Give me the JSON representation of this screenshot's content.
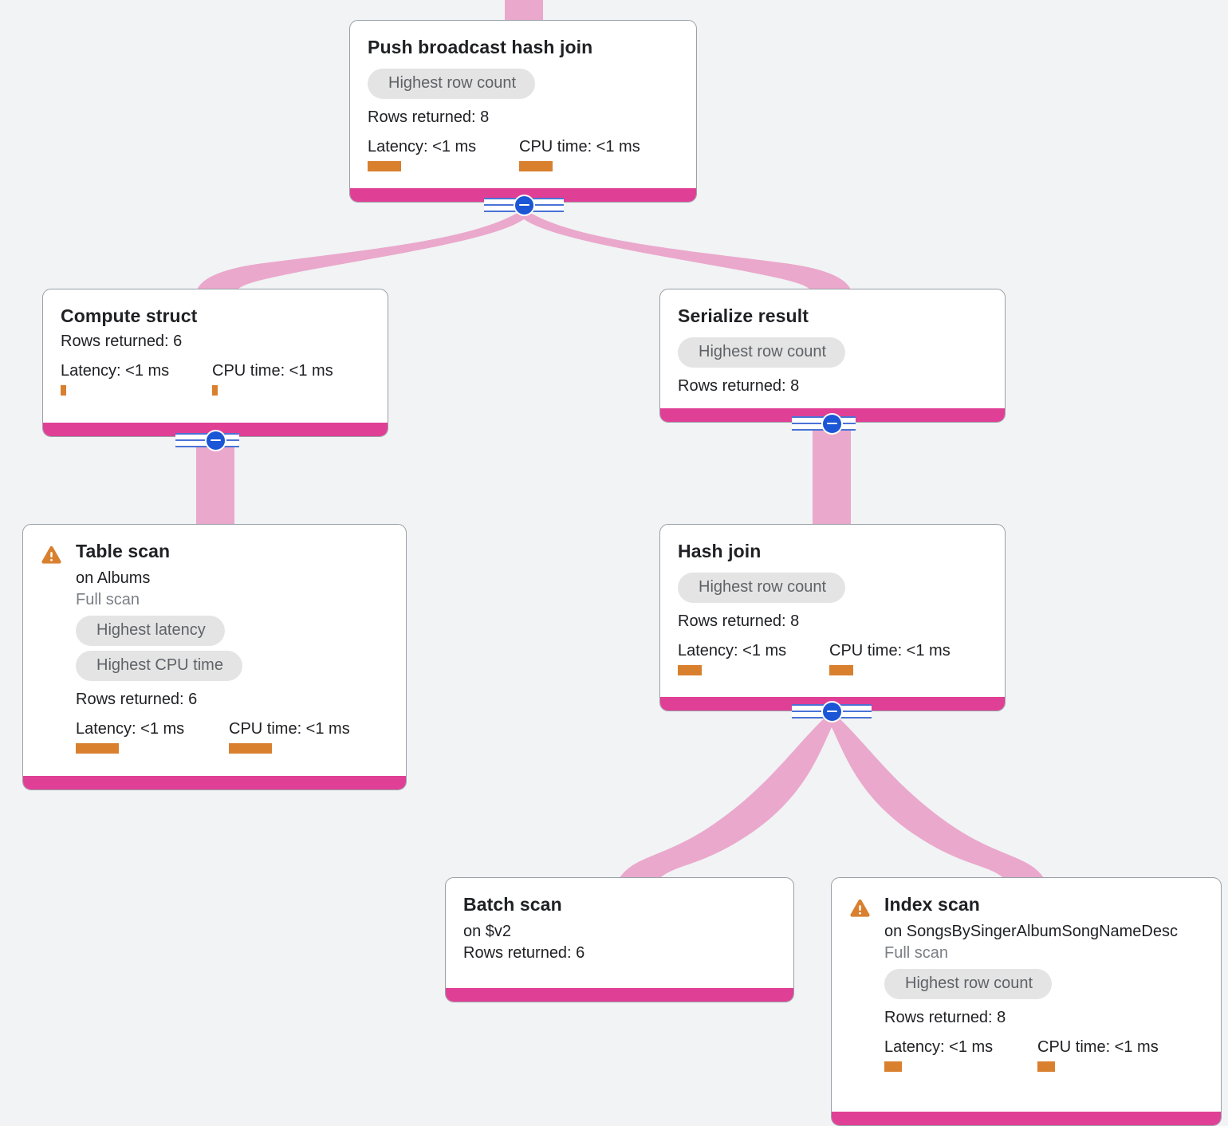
{
  "canvas": {
    "background": "#f1f3f4",
    "edge_color": "#eaa8cc",
    "node_footer_color": "#e03f96",
    "metric_bar_color": "#d9802f",
    "badge_bg": "#e4e4e4",
    "toggle_color": "#1a56d6",
    "warning_color": "#d9802f"
  },
  "icons": {
    "warning": "warning-triangle-icon",
    "collapse": "collapse-minus-icon"
  },
  "nodes": {
    "push_broadcast_hash_join": {
      "title": "Push broadcast hash join",
      "badges": [
        "Highest row count"
      ],
      "rows_returned": "Rows returned: 8",
      "latency_label": "Latency: <1 ms",
      "cpu_label": "CPU time: <1 ms",
      "latency_bar_width": 42,
      "cpu_bar_width": 42
    },
    "compute_struct": {
      "title": "Compute struct",
      "badges": [],
      "rows_returned": "Rows returned: 6",
      "latency_label": "Latency: <1 ms",
      "cpu_label": "CPU time: <1 ms",
      "latency_bar_width": 7,
      "cpu_bar_width": 7
    },
    "serialize_result": {
      "title": "Serialize result",
      "badges": [
        "Highest row count"
      ],
      "rows_returned": "Rows returned: 8"
    },
    "table_scan": {
      "title": "Table scan",
      "on": "on Albums",
      "scan_type": "Full scan",
      "badges": [
        "Highest latency",
        "Highest CPU time"
      ],
      "rows_returned": "Rows returned: 6",
      "latency_label": "Latency: <1 ms",
      "cpu_label": "CPU time: <1 ms",
      "latency_bar_width": 54,
      "cpu_bar_width": 54
    },
    "hash_join": {
      "title": "Hash join",
      "badges": [
        "Highest row count"
      ],
      "rows_returned": "Rows returned: 8",
      "latency_label": "Latency: <1 ms",
      "cpu_label": "CPU time: <1 ms",
      "latency_bar_width": 30,
      "cpu_bar_width": 30
    },
    "batch_scan": {
      "title": "Batch scan",
      "on": "on $v2",
      "rows_returned": "Rows returned: 6"
    },
    "index_scan": {
      "title": "Index scan",
      "on": "on SongsBySingerAlbumSongNameDesc",
      "scan_type": "Full scan",
      "badges": [
        "Highest row count"
      ],
      "rows_returned": "Rows returned: 8",
      "latency_label": "Latency: <1 ms",
      "cpu_label": "CPU time: <1 ms",
      "latency_bar_width": 22,
      "cpu_bar_width": 22
    }
  }
}
